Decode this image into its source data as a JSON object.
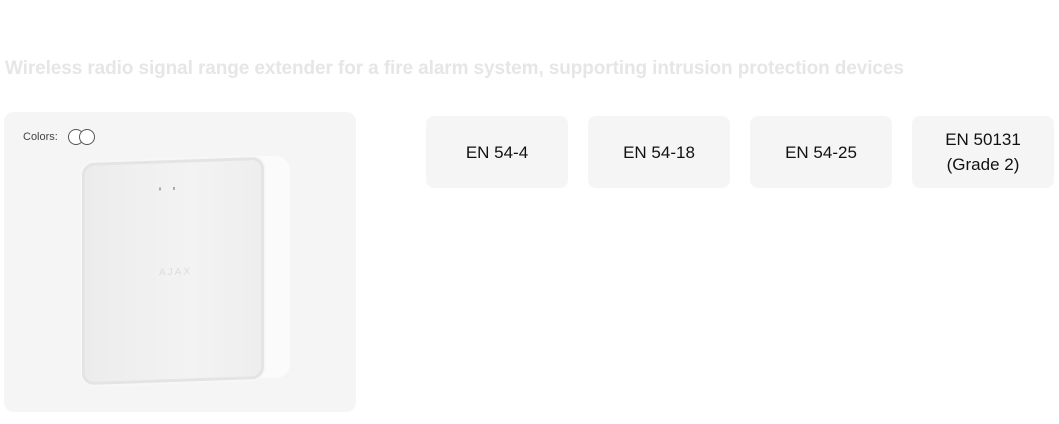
{
  "subtitle": "Wireless radio signal range extender for a fire alarm system, supporting intrusion protection devices",
  "product_card": {
    "colors_label": "Colors:",
    "color_options": [
      "white",
      "white"
    ],
    "logo_text": "AJAX"
  },
  "certifications": [
    {
      "line1": "EN 54-4",
      "line2": ""
    },
    {
      "line1": "EN 54-18",
      "line2": ""
    },
    {
      "line1": "EN 54-25",
      "line2": ""
    },
    {
      "line1": "EN 50131",
      "line2": "(Grade 2)"
    }
  ]
}
